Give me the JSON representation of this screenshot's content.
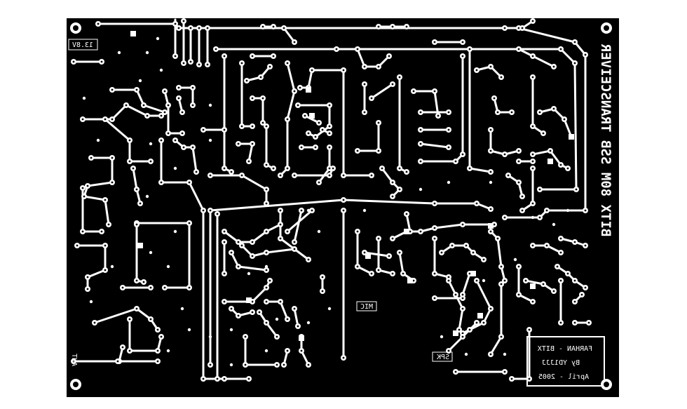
{
  "board": {
    "title": "BITX 80M SSB TRANSCEIVER",
    "supply_label": "13.8V",
    "antenna_label": "ANT",
    "mic_label": "MIC",
    "speaker_label": "SPK",
    "credits": [
      "FARHAN - BITX",
      "By YD1JJJ",
      "April - 2005"
    ],
    "colors": {
      "copper": "#000000",
      "substrate": "#ffffff"
    }
  }
}
